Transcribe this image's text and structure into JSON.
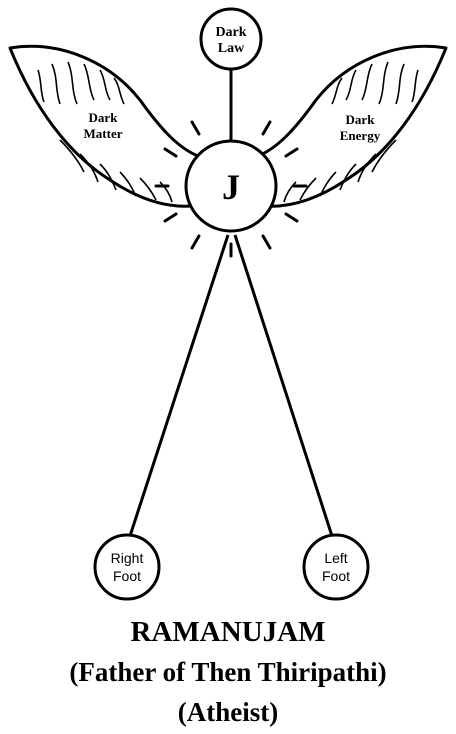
{
  "nodes": {
    "dark_law": [
      "Dark",
      "Law"
    ],
    "dark_matter": [
      "Dark",
      "Matter"
    ],
    "dark_energy": [
      "Dark",
      "Energy"
    ],
    "center": "J",
    "right_foot": [
      "Right",
      "Foot"
    ],
    "left_foot": [
      "Left",
      "Foot"
    ]
  },
  "caption": {
    "line1": "RAMANUJAM",
    "line2": "(Father of Then Thiripathi)",
    "line3": "(Atheist)"
  },
  "colors": {
    "ink": "#000000",
    "background": "#ffffff"
  }
}
